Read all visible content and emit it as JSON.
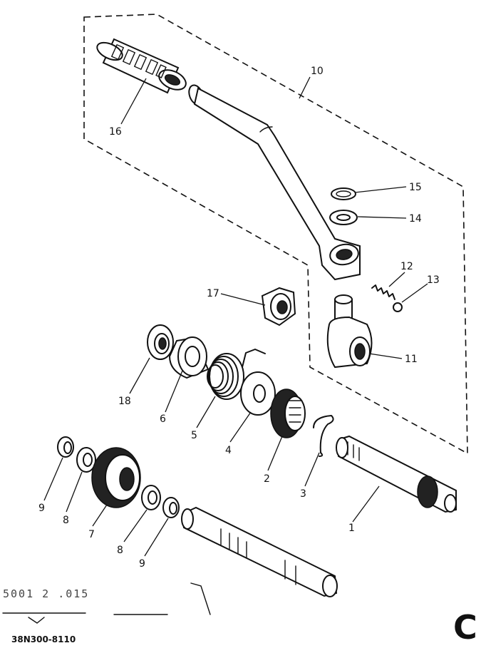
{
  "callouts": {
    "c1": "1",
    "c2": "2",
    "c3": "3",
    "c4": "4",
    "c5": "5",
    "c6": "6",
    "c7": "7",
    "c8a": "8",
    "c8b": "8",
    "c9a": "9",
    "c9b": "9",
    "c10": "10",
    "c11": "11",
    "c12": "12",
    "c13": "13",
    "c14": "14",
    "c15": "15",
    "c16": "16",
    "c17": "17",
    "c18": "18"
  },
  "footer": {
    "reference_code": "38N300-8110",
    "page_letter": "C",
    "faded_stamp": "5001 2 .015"
  }
}
